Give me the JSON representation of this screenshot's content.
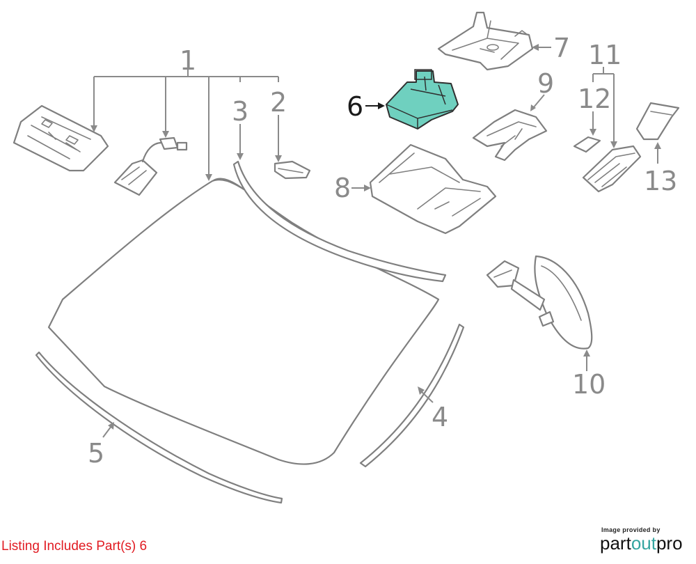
{
  "diagram": {
    "callouts": [
      {
        "id": "1",
        "label": "1"
      },
      {
        "id": "2",
        "label": "2"
      },
      {
        "id": "3",
        "label": "3"
      },
      {
        "id": "4",
        "label": "4"
      },
      {
        "id": "5",
        "label": "5"
      },
      {
        "id": "6",
        "label": "6",
        "highlighted": true
      },
      {
        "id": "7",
        "label": "7"
      },
      {
        "id": "8",
        "label": "8"
      },
      {
        "id": "9",
        "label": "9"
      },
      {
        "id": "10",
        "label": "10"
      },
      {
        "id": "11",
        "label": "11"
      },
      {
        "id": "12",
        "label": "12"
      },
      {
        "id": "13",
        "label": "13"
      }
    ],
    "highlight_color": "#6fd0bf",
    "line_color": "#7f7f7f"
  },
  "footer": {
    "listing_text": "Listing Includes Part(s) 6",
    "listing_color": "#e11b22",
    "credit_small": "Image provided by",
    "brand_part1": "part",
    "brand_part2": "out",
    "brand_part3": "pro",
    "brand_accent": "#34a5a0"
  }
}
